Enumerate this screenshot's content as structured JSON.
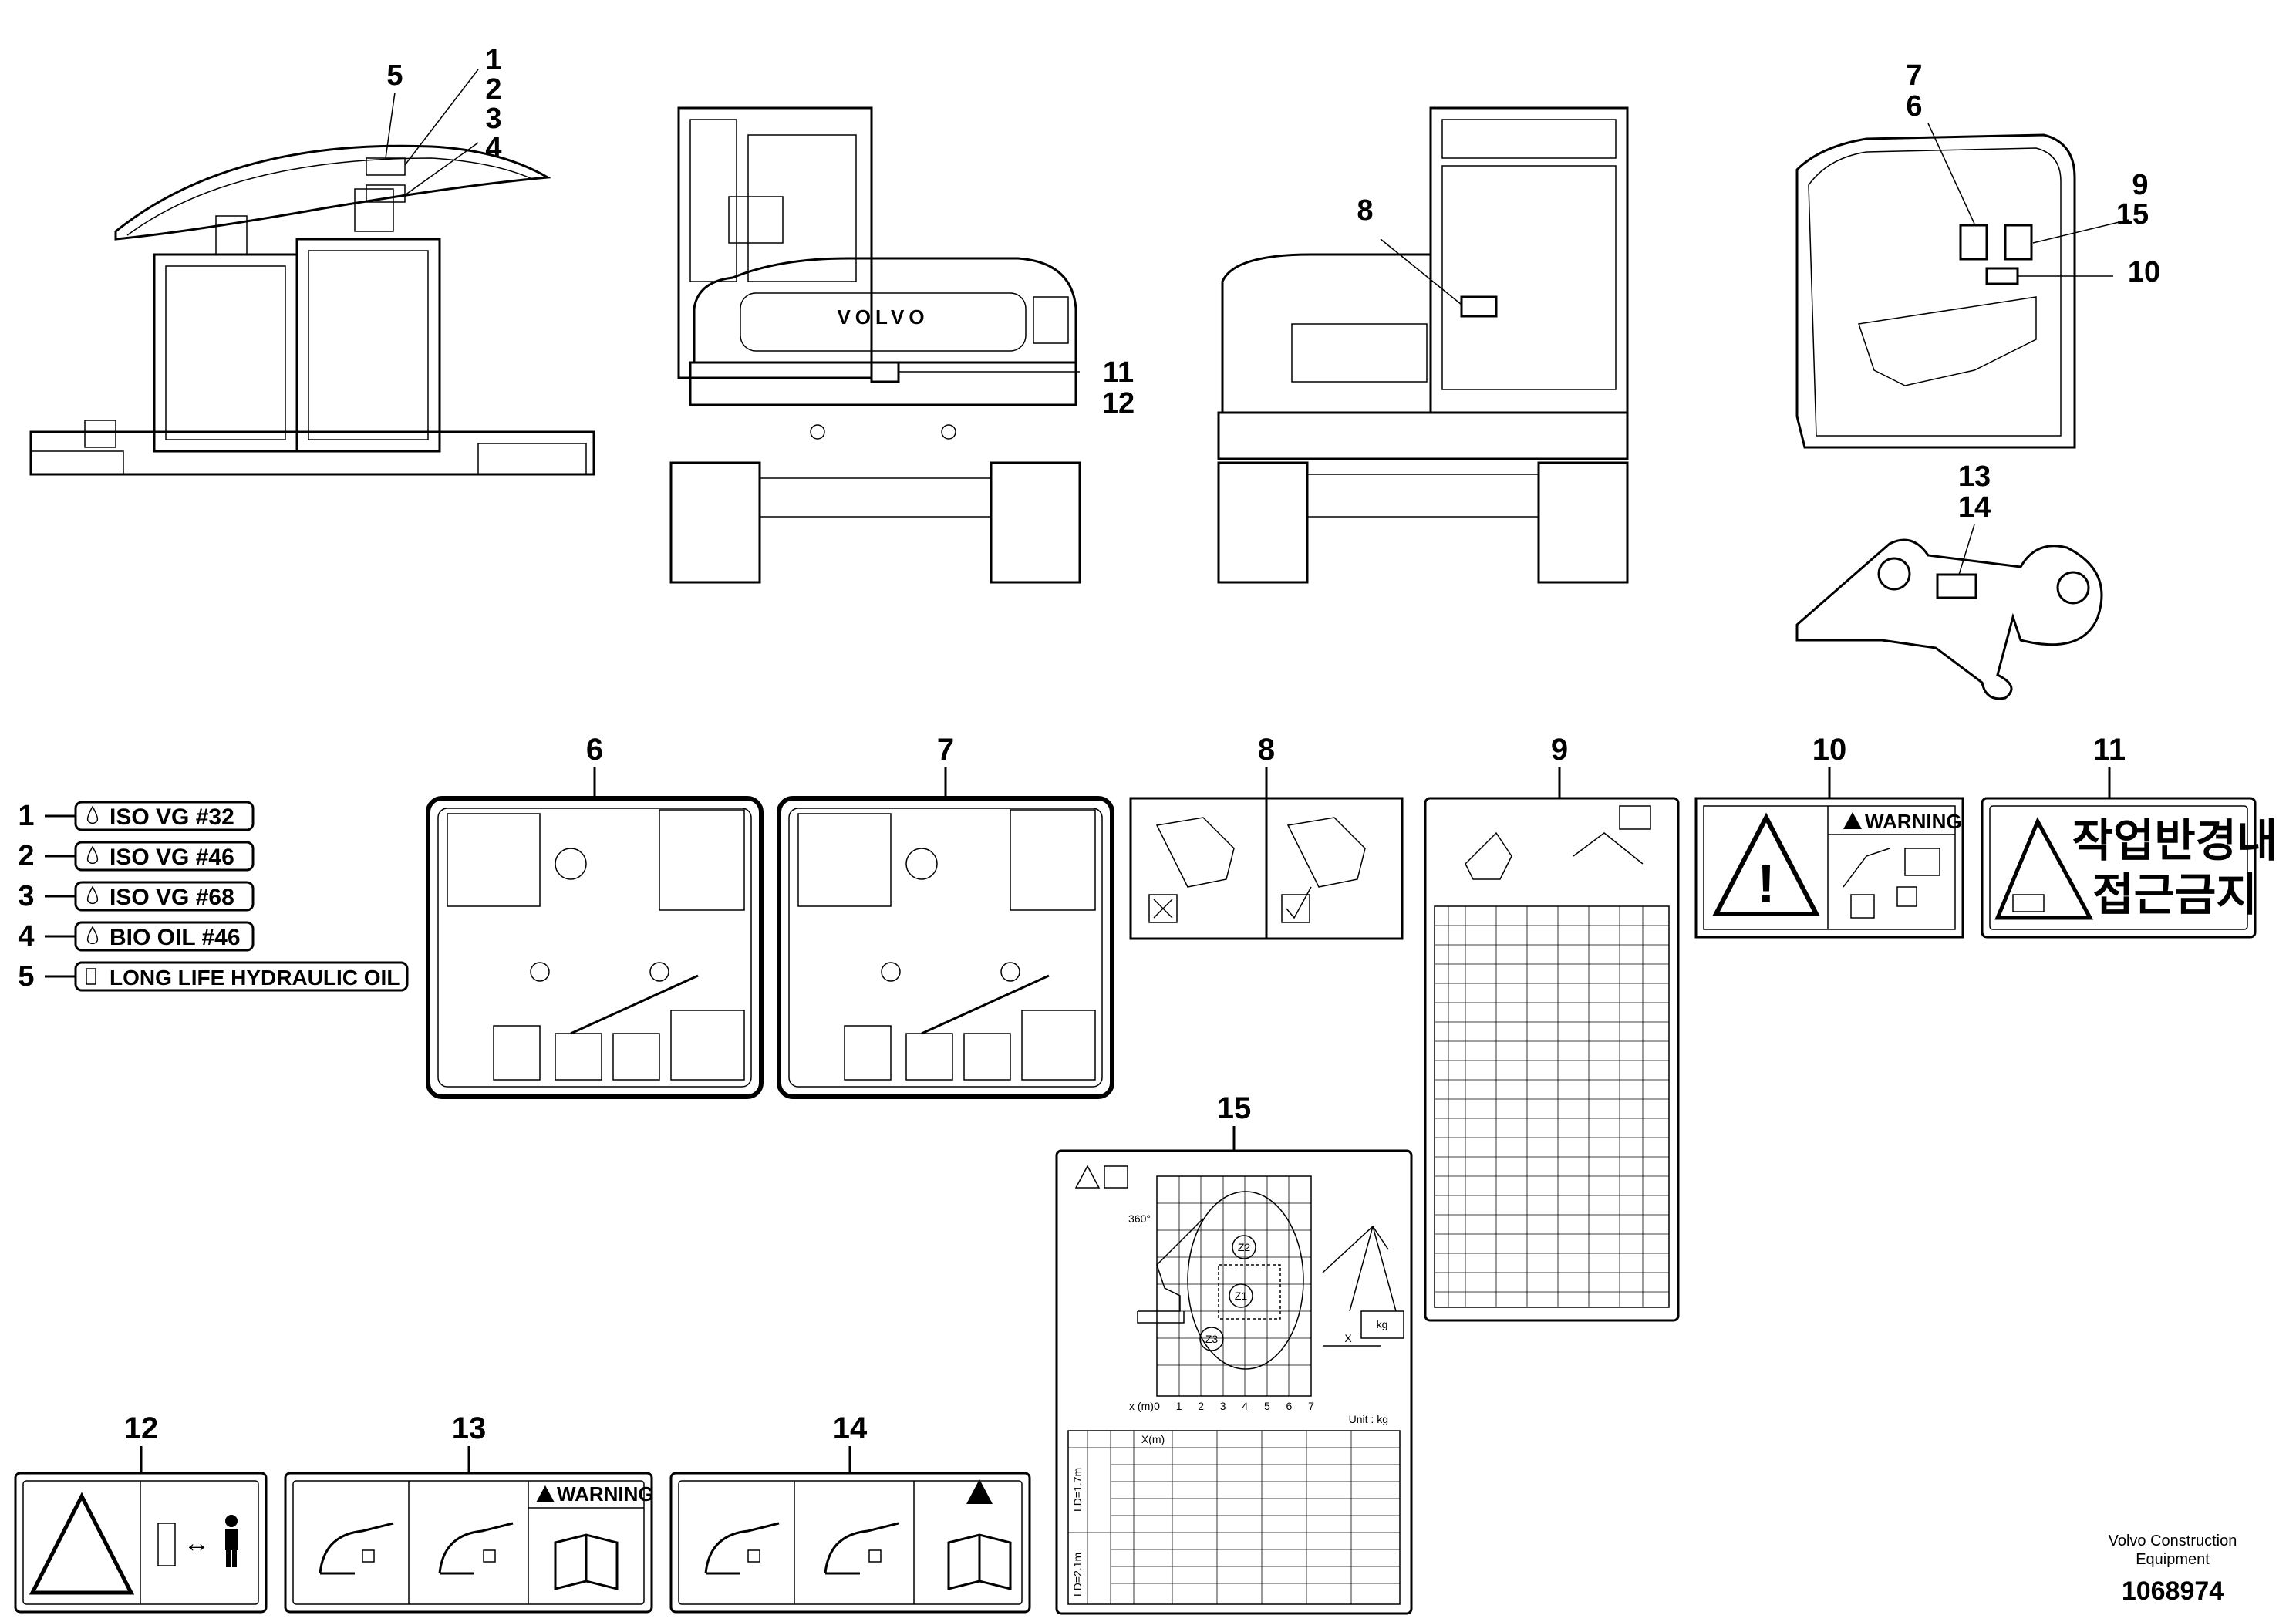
{
  "callouts": {
    "view1": [
      "5",
      "1",
      "2",
      "3",
      "4"
    ],
    "view2": [
      "11",
      "12"
    ],
    "view3": [
      "8"
    ],
    "view4": [
      "7",
      "6",
      "9",
      "15",
      "10"
    ],
    "view5": [
      "13",
      "14"
    ]
  },
  "machine_logo": "VOLVO",
  "oil_labels": [
    {
      "num": "1",
      "text": "ISO VG #32"
    },
    {
      "num": "2",
      "text": "ISO VG #46"
    },
    {
      "num": "3",
      "text": "ISO VG #68"
    },
    {
      "num": "4",
      "text": "BIO OIL #46"
    },
    {
      "num": "5",
      "text": "LONG LIFE HYDRAULIC OIL"
    }
  ],
  "decals": {
    "d6": "6",
    "d7": "7",
    "d8": "8",
    "d9": "9",
    "d10": "10",
    "d11": "11",
    "d12": "12",
    "d13": "13",
    "d14": "14",
    "d15": "15"
  },
  "warning_text": "WARNING",
  "korean_line1": "작업반경내",
  "korean_line2": "접근금지",
  "chart15": {
    "rotation": "360°",
    "zones": [
      "Z2",
      "Z1",
      "Z3"
    ],
    "x_axis_label": "x (m)",
    "x_ticks": [
      "0",
      "1",
      "2",
      "3",
      "4",
      "5",
      "6",
      "7"
    ],
    "unit": "Unit : kg",
    "side_labels": [
      "LD=1.7m",
      "LD=2.1m"
    ],
    "table_header": "X(m)",
    "dim_x": "X",
    "dim_kg": "kg"
  },
  "footer": {
    "company_line1": "Volvo Construction",
    "company_line2": "Equipment",
    "part_number": "1068974"
  }
}
